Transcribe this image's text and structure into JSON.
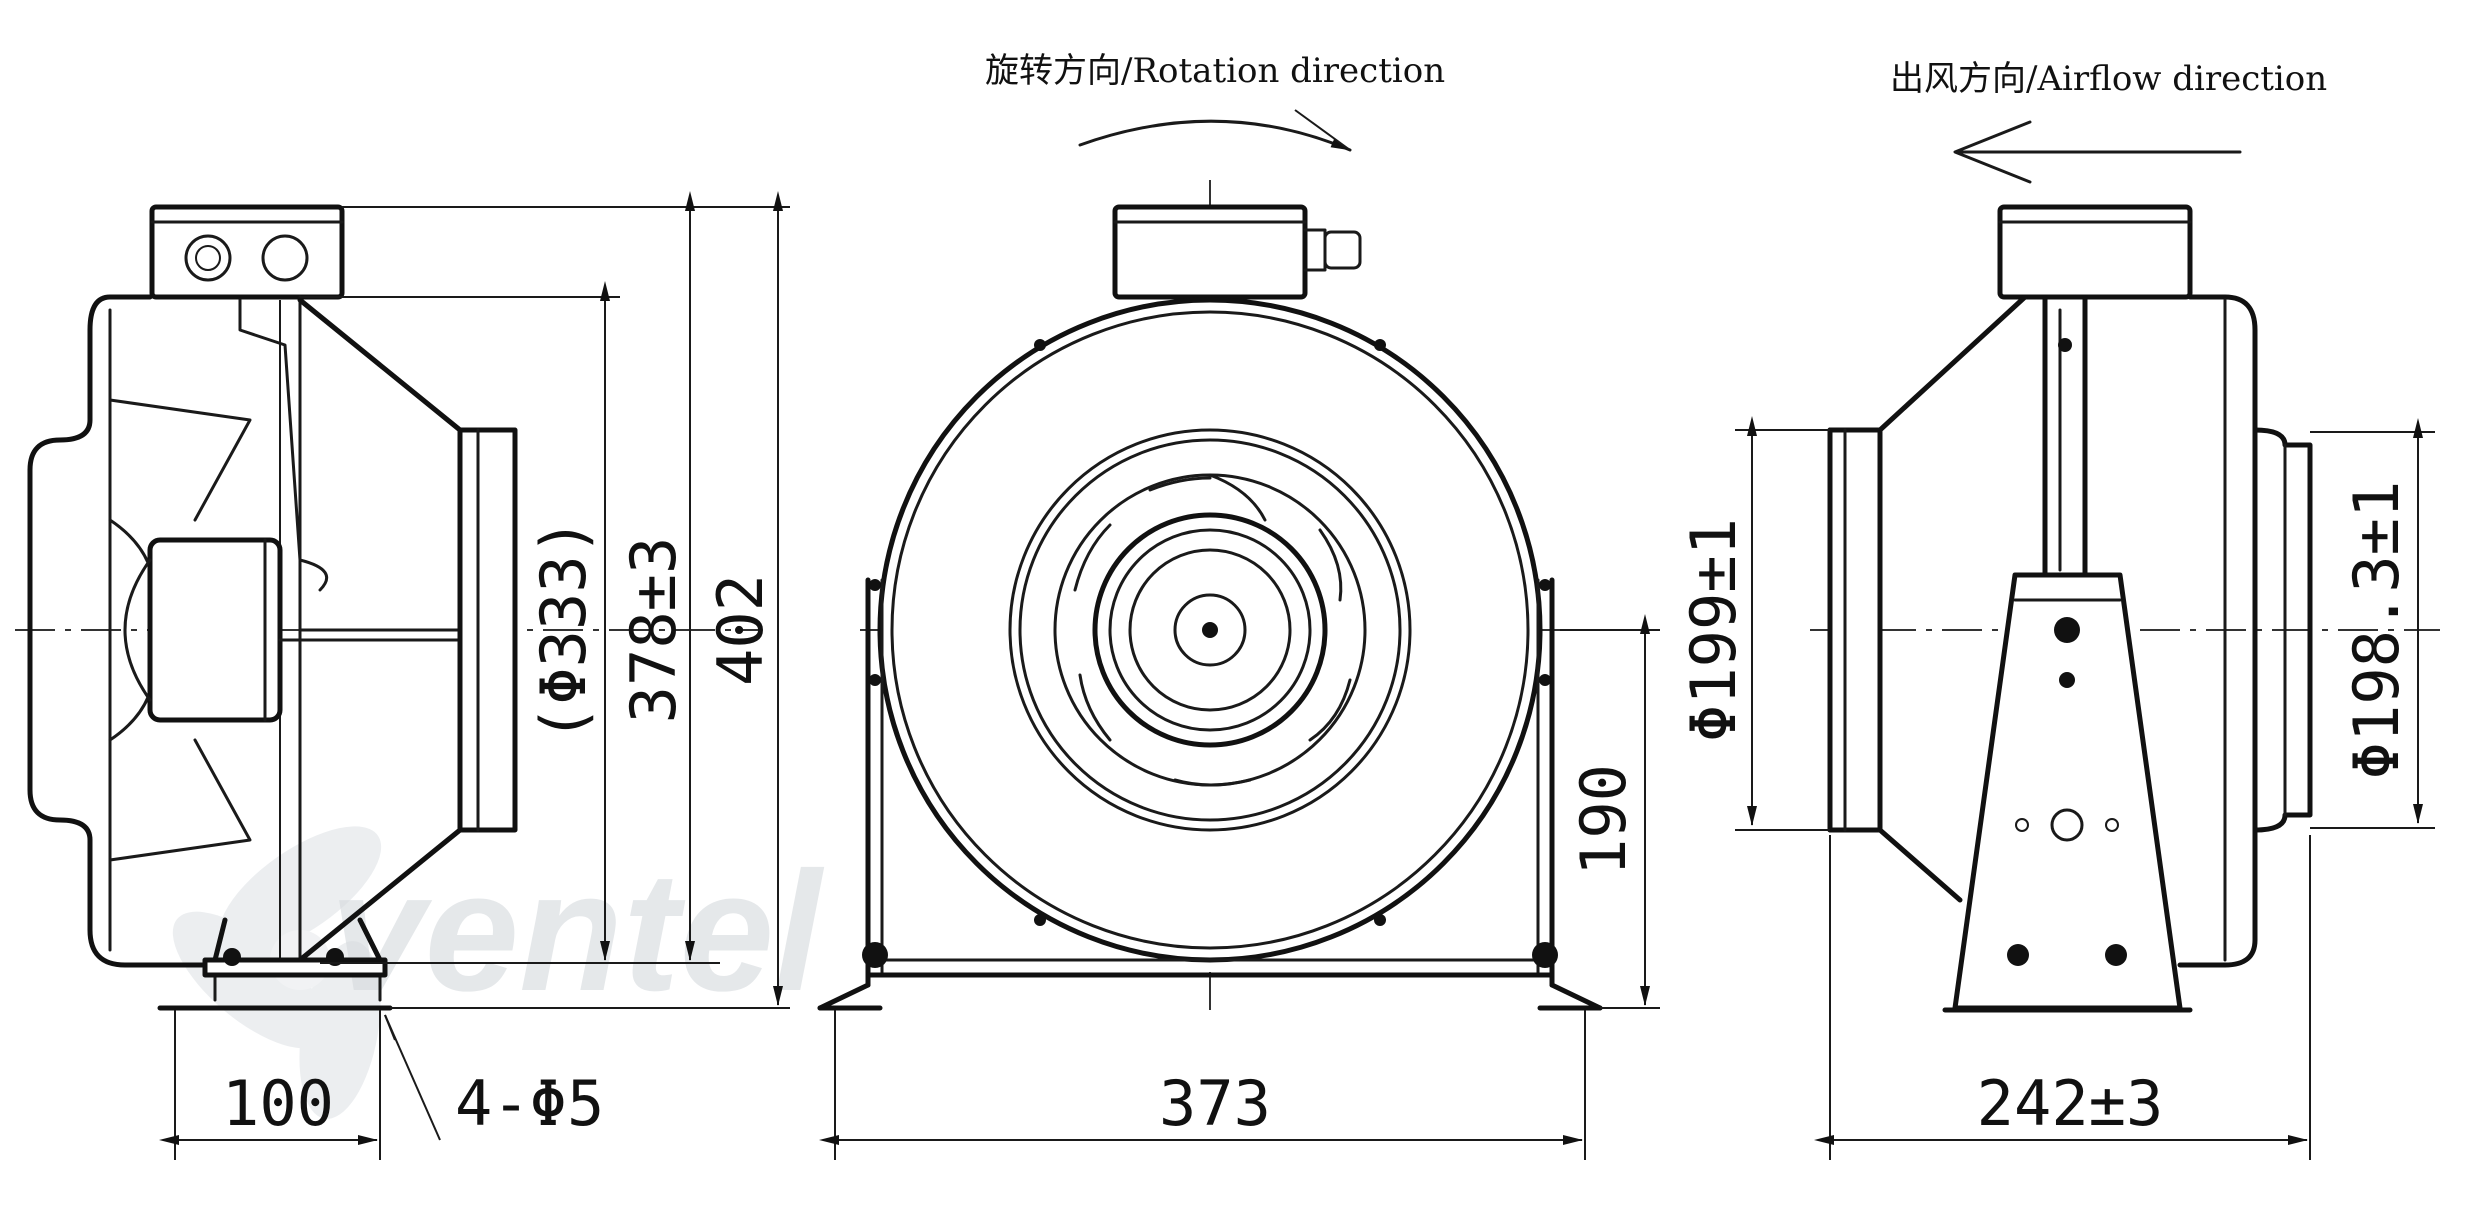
{
  "labels": {
    "rotation": "旋转方向/Rotation direction",
    "airflow": "出风方向/Airflow direction"
  },
  "dimensions": {
    "side_inner_dia": "(Φ333)",
    "side_height_mid": "378±3",
    "side_total_height": "402",
    "side_base_width": "100",
    "mount_holes": "4-Φ5",
    "front_axis_height": "190",
    "front_width": "373",
    "back_inlet_dia": "Φ199±1",
    "back_outlet_dia": "Φ198.3±1",
    "back_width": "242±3"
  },
  "watermark": "ventel",
  "colors": {
    "line": "#1a1a1a",
    "watermark": "#d5d9dd"
  }
}
